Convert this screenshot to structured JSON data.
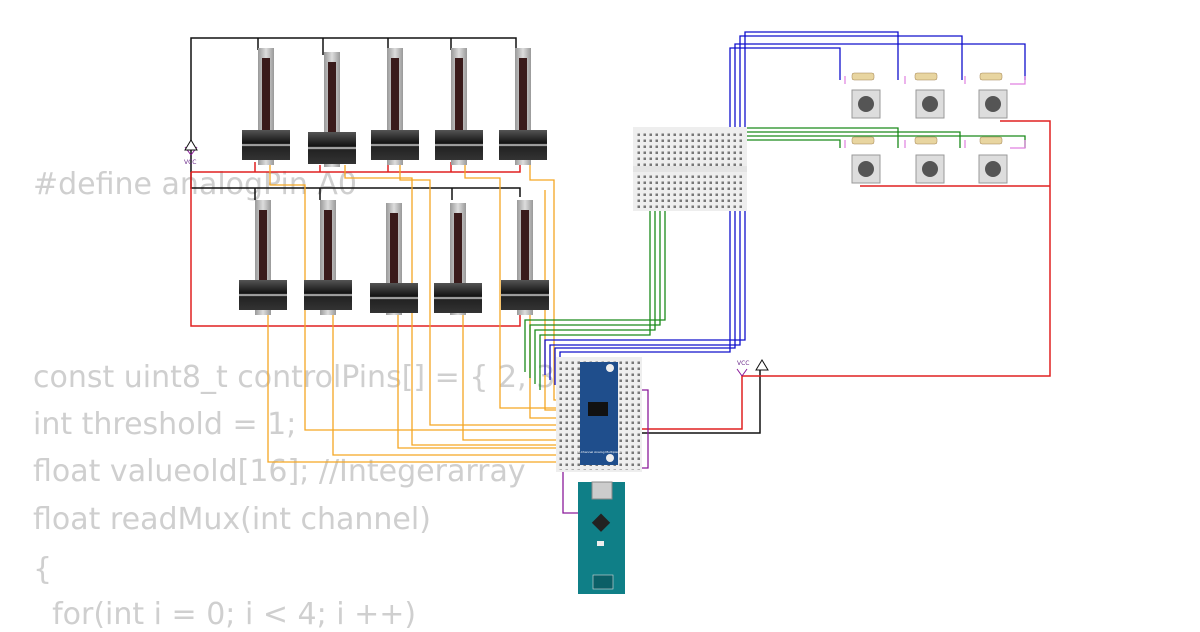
{
  "code_lines": [
    "#define analogPin A0",
    "const uint8_t controlPins[] = { 2, 3,",
    "int threshold = 1;",
    "float valueold[16]; //Integerarray",
    "float readMux(int channel)",
    "{",
    "  for(int i = 0; i < 4; i ++)"
  ],
  "labels": {
    "vcc_left": "VCC",
    "vcc_right": "VCC",
    "mux_title": "16-Channel Analog Multiplexer"
  },
  "colors": {
    "power": "#e02020",
    "ground": "#111111",
    "signal": "#f5a623",
    "control_green": "#1a8a1a",
    "control_blue": "#1010cc",
    "i2c_purple": "#8a1a9a",
    "mux_board": "#1f4e8c",
    "nano_board": "#0f7f87"
  }
}
